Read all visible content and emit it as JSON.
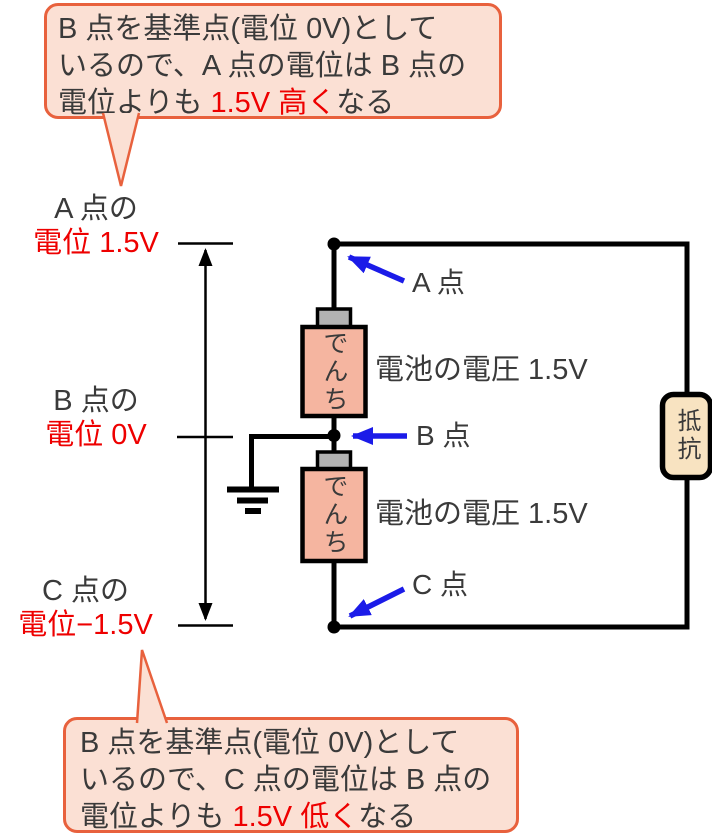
{
  "callout_top": {
    "line1": "B 点を基準点(電位 0V)として",
    "line2": "いるので、A 点の電位は B 点の",
    "line3_pre": "電位よりも ",
    "line3_red": "1.5V 高く",
    "line3_post": "なる"
  },
  "callout_bottom": {
    "line1": "B 点を基準点(電位 0V)として",
    "line2": "いるので、C 点の電位は B 点の",
    "line3_pre": "電位よりも ",
    "line3_red": "1.5V 低く",
    "line3_post": "なる"
  },
  "potential_labels": {
    "a_line1": "A 点の",
    "a_line2": "電位 1.5V",
    "b_line1": "B 点の",
    "b_line2": "電位 0V",
    "c_line1": "C 点の",
    "c_line2": "電位−1.5V"
  },
  "point_tags": {
    "a": "A 点",
    "b": "B 点",
    "c": "C 点"
  },
  "components": {
    "battery1_label": "でんち",
    "battery2_label": "でんち",
    "battery1_voltage": "電池の電圧 1.5V",
    "battery2_voltage": "電池の電圧 1.5V",
    "resistor_label": "抵抗"
  },
  "colors": {
    "text_dark": "#3a3a3a",
    "highlight_red": "#ee0000",
    "callout_border": "#e8613d",
    "callout_fill": "#fbe0d4",
    "battery_fill": "#f5b5a0",
    "battery_cap_fill": "#b3b3b3",
    "resistor_fill": "#f8e3c1",
    "arrow_blue": "#1b1be8",
    "wire_black": "#000000"
  }
}
